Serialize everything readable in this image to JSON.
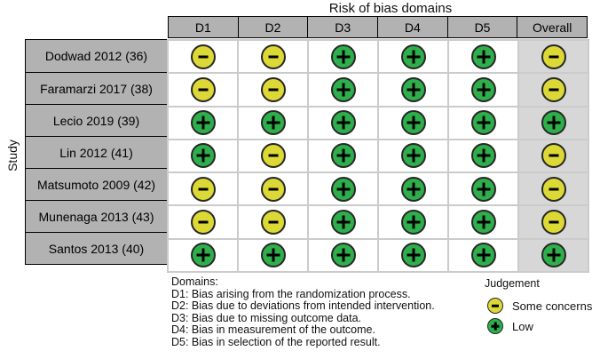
{
  "chart_data": {
    "type": "table",
    "title": "Risk of bias domains",
    "row_axis_label": "Study",
    "columns": [
      "D1",
      "D2",
      "D3",
      "D4",
      "D5",
      "Overall"
    ],
    "rows": [
      {
        "study": "Dodwad 2012 (36)",
        "judgements": [
          "some_concerns",
          "some_concerns",
          "low",
          "low",
          "low",
          "some_concerns"
        ]
      },
      {
        "study": "Faramarzi 2017 (38)",
        "judgements": [
          "some_concerns",
          "some_concerns",
          "low",
          "low",
          "low",
          "some_concerns"
        ]
      },
      {
        "study": "Lecio 2019 (39)",
        "judgements": [
          "low",
          "low",
          "low",
          "low",
          "low",
          "low"
        ]
      },
      {
        "study": "Lin 2012 (41)",
        "judgements": [
          "low",
          "some_concerns",
          "low",
          "low",
          "low",
          "some_concerns"
        ]
      },
      {
        "study": "Matsumoto 2009 (42)",
        "judgements": [
          "some_concerns",
          "some_concerns",
          "low",
          "low",
          "low",
          "some_concerns"
        ]
      },
      {
        "study": "Munenaga 2013 (43)",
        "judgements": [
          "some_concerns",
          "some_concerns",
          "low",
          "low",
          "low",
          "some_concerns"
        ]
      },
      {
        "study": "Santos 2013 (40)",
        "judgements": [
          "low",
          "low",
          "low",
          "low",
          "low",
          "low"
        ]
      }
    ],
    "symbols": {
      "low": "+",
      "some_concerns": "-"
    }
  },
  "footer": {
    "heading": "Domains:",
    "definitions": [
      "D1: Bias arising from the randomization process.",
      "D2: Bias due to deviations from intended intervention.",
      "D3: Bias due to missing outcome data.",
      "D4: Bias in measurement of the outcome.",
      "D5: Bias in selection of the reported result."
    ]
  },
  "legend": {
    "heading": "Judgement",
    "items": [
      {
        "judgement": "some_concerns",
        "label": "Some concerns"
      },
      {
        "judgement": "low",
        "label": "Low"
      }
    ]
  },
  "colors": {
    "low": "#2FAF4C",
    "some_concerns": "#DCD836",
    "header_fill": "#B2B2B2",
    "study_fill": "#B2B2B2",
    "overall_fill": "#D7D7D7",
    "grid_line": "#CBCBCB"
  }
}
